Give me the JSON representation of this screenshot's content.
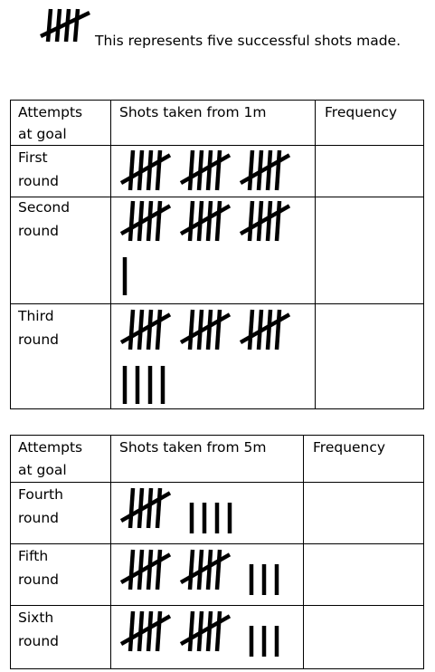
{
  "legend": {
    "text": "This represents five successful shots made.",
    "tally_count": 5
  },
  "tables": [
    {
      "headers": {
        "attempts_line1": "Attempts",
        "attempts_line2": "at goal",
        "shots": "Shots taken from 1m",
        "frequency": "Frequency"
      },
      "rows": [
        {
          "label_line1": "First",
          "label_line2": "round",
          "tally": 15,
          "frequency": ""
        },
        {
          "label_line1": "Second",
          "label_line2": "round",
          "tally": 16,
          "frequency": ""
        },
        {
          "label_line1": "Third",
          "label_line2": "round",
          "tally": 19,
          "frequency": ""
        }
      ]
    },
    {
      "headers": {
        "attempts_line1": "Attempts",
        "attempts_line2": "at goal",
        "shots": "Shots taken from 5m",
        "frequency": "Frequency"
      },
      "rows": [
        {
          "label_line1": "Fourth",
          "label_line2": "round",
          "tally": 9,
          "frequency": ""
        },
        {
          "label_line1": "Fifth",
          "label_line2": "round",
          "tally": 13,
          "frequency": ""
        },
        {
          "label_line1": "Sixth",
          "label_line2": "round",
          "tally": 13,
          "frequency": ""
        }
      ]
    }
  ]
}
